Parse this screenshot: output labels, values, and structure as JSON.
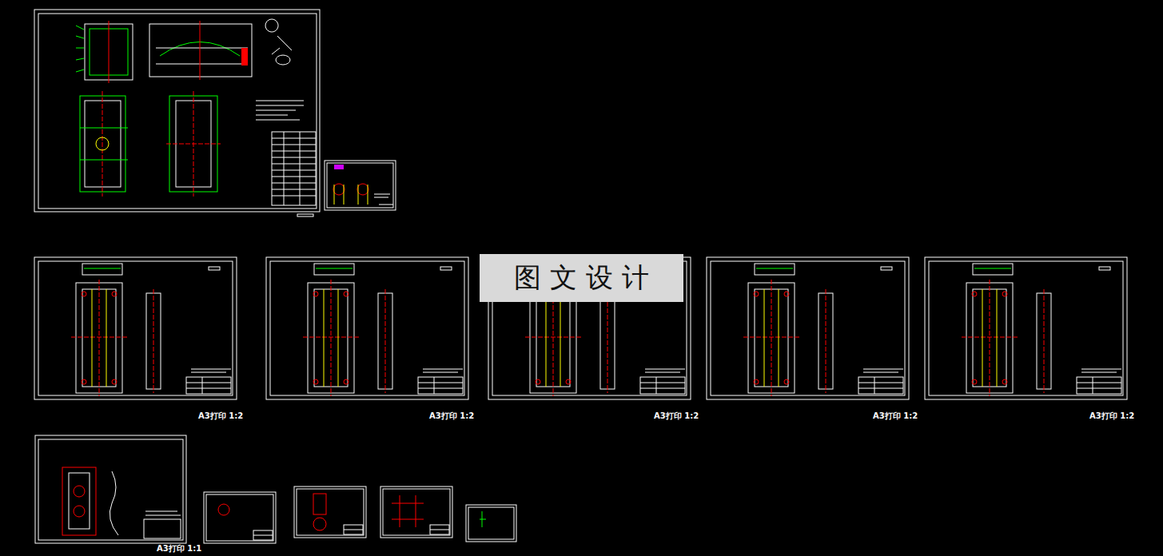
{
  "diagram": {
    "nodes": [
      {
        "text": [
          "图 文 设 计"
        ]
      }
    ],
    "labels": [
      "A3打印 1:2",
      "A3打印 1:2",
      "A3打印 1:2",
      "A3打印 1:2",
      "A3打印 1:2",
      "A3打印 1:1"
    ]
  }
}
